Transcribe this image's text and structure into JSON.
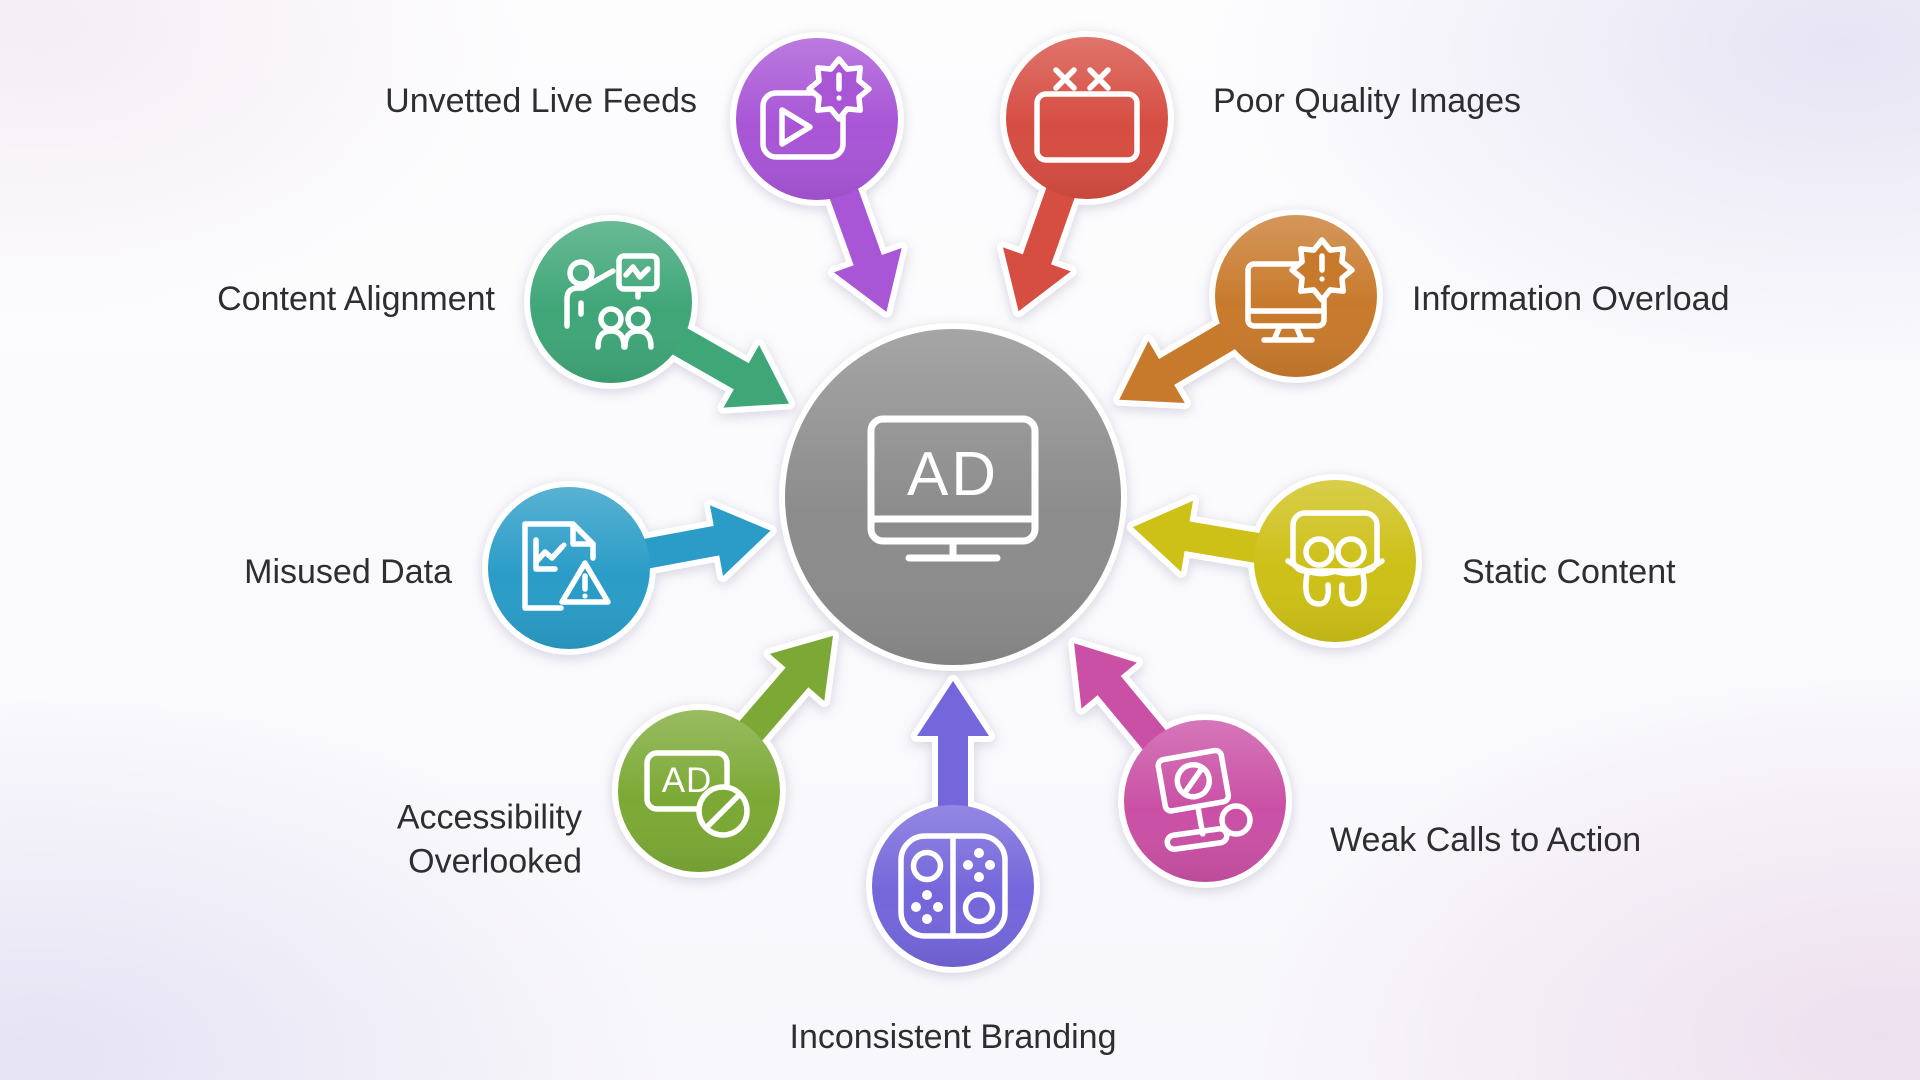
{
  "title": "Ad display pitfalls infographic",
  "center": {
    "id": "ad-display",
    "icon_text": "AD",
    "color": "#8c8c8c",
    "icon": "ad-monitor-icon"
  },
  "items": [
    {
      "id": "unvetted-live-feeds",
      "label": "Unvetted Live Feeds",
      "color": "#a855d6",
      "icon": "video-alert-icon"
    },
    {
      "id": "poor-quality-images",
      "label": "Poor Quality Images",
      "color": "#d64d42",
      "icon": "broken-image-icon"
    },
    {
      "id": "content-alignment",
      "label": "Content Alignment",
      "color": "#3fa678",
      "icon": "presentation-audience-icon"
    },
    {
      "id": "information-overload",
      "label": "Information Overload",
      "color": "#c87a2c",
      "icon": "monitor-alert-icon"
    },
    {
      "id": "misused-data",
      "label": "Misused Data",
      "color": "#2a9cc7",
      "icon": "data-warning-icon"
    },
    {
      "id": "static-content",
      "label": "Static Content",
      "color": "#cdc017",
      "icon": "slideshow-icon"
    },
    {
      "id": "accessibility-overlooked",
      "label": "Accessibility Overlooked",
      "color": "#7ca935",
      "icon": "ad-blocked-icon",
      "icon_text": "AD"
    },
    {
      "id": "weak-calls-to-action",
      "label": "Weak Calls to Action",
      "color": "#ca50a5",
      "icon": "protest-sign-icon"
    },
    {
      "id": "inconsistent-branding",
      "label": "Inconsistent Branding",
      "color": "#7466db",
      "icon": "controller-icon"
    }
  ],
  "text_color": "#2e2e31",
  "outline_color": "#ffffff"
}
